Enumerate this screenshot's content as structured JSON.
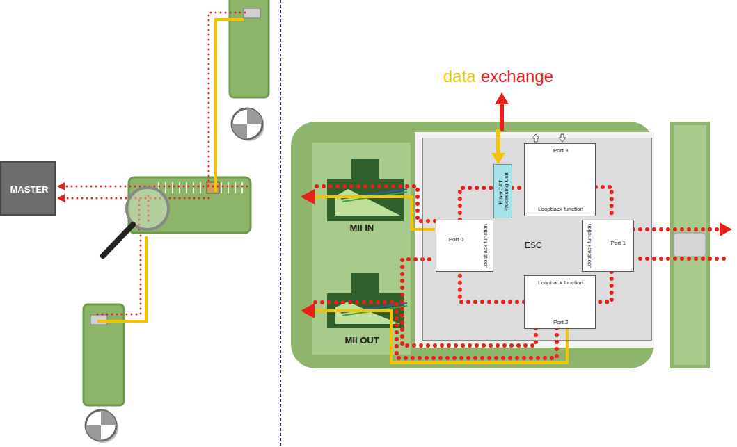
{
  "diagram": {
    "nodes": [
      {
        "text": [
          "MASTER"
        ]
      },
      {
        "text": [
          "ESC"
        ]
      },
      {
        "text": [
          "EtherCAT Processing Unit"
        ],
        "in": 1
      },
      {
        "text": [
          "Port 3",
          "Loopback function"
        ],
        "in": 1
      },
      {
        "text": [
          "Port 0",
          "Loopback function"
        ],
        "in": 1
      },
      {
        "text": [
          "Port 1",
          "Loopback function"
        ],
        "in": 1
      },
      {
        "text": [
          "Loopback function",
          "Port 2"
        ],
        "in": 1
      }
    ],
    "edges": [
      {
        "from": 4,
        "to": 2,
        "arrow": "none"
      },
      {
        "from": 2,
        "to": 3,
        "arrow": "none"
      },
      {
        "from": 3,
        "to": 5,
        "arrow": "none"
      },
      {
        "from": 5,
        "to": 6,
        "arrow": "none"
      },
      {
        "from": 6,
        "to": 4,
        "arrow": "none"
      }
    ],
    "labels": [
      "data",
      "exchange",
      "MII IN",
      "MII OUT"
    ]
  }
}
